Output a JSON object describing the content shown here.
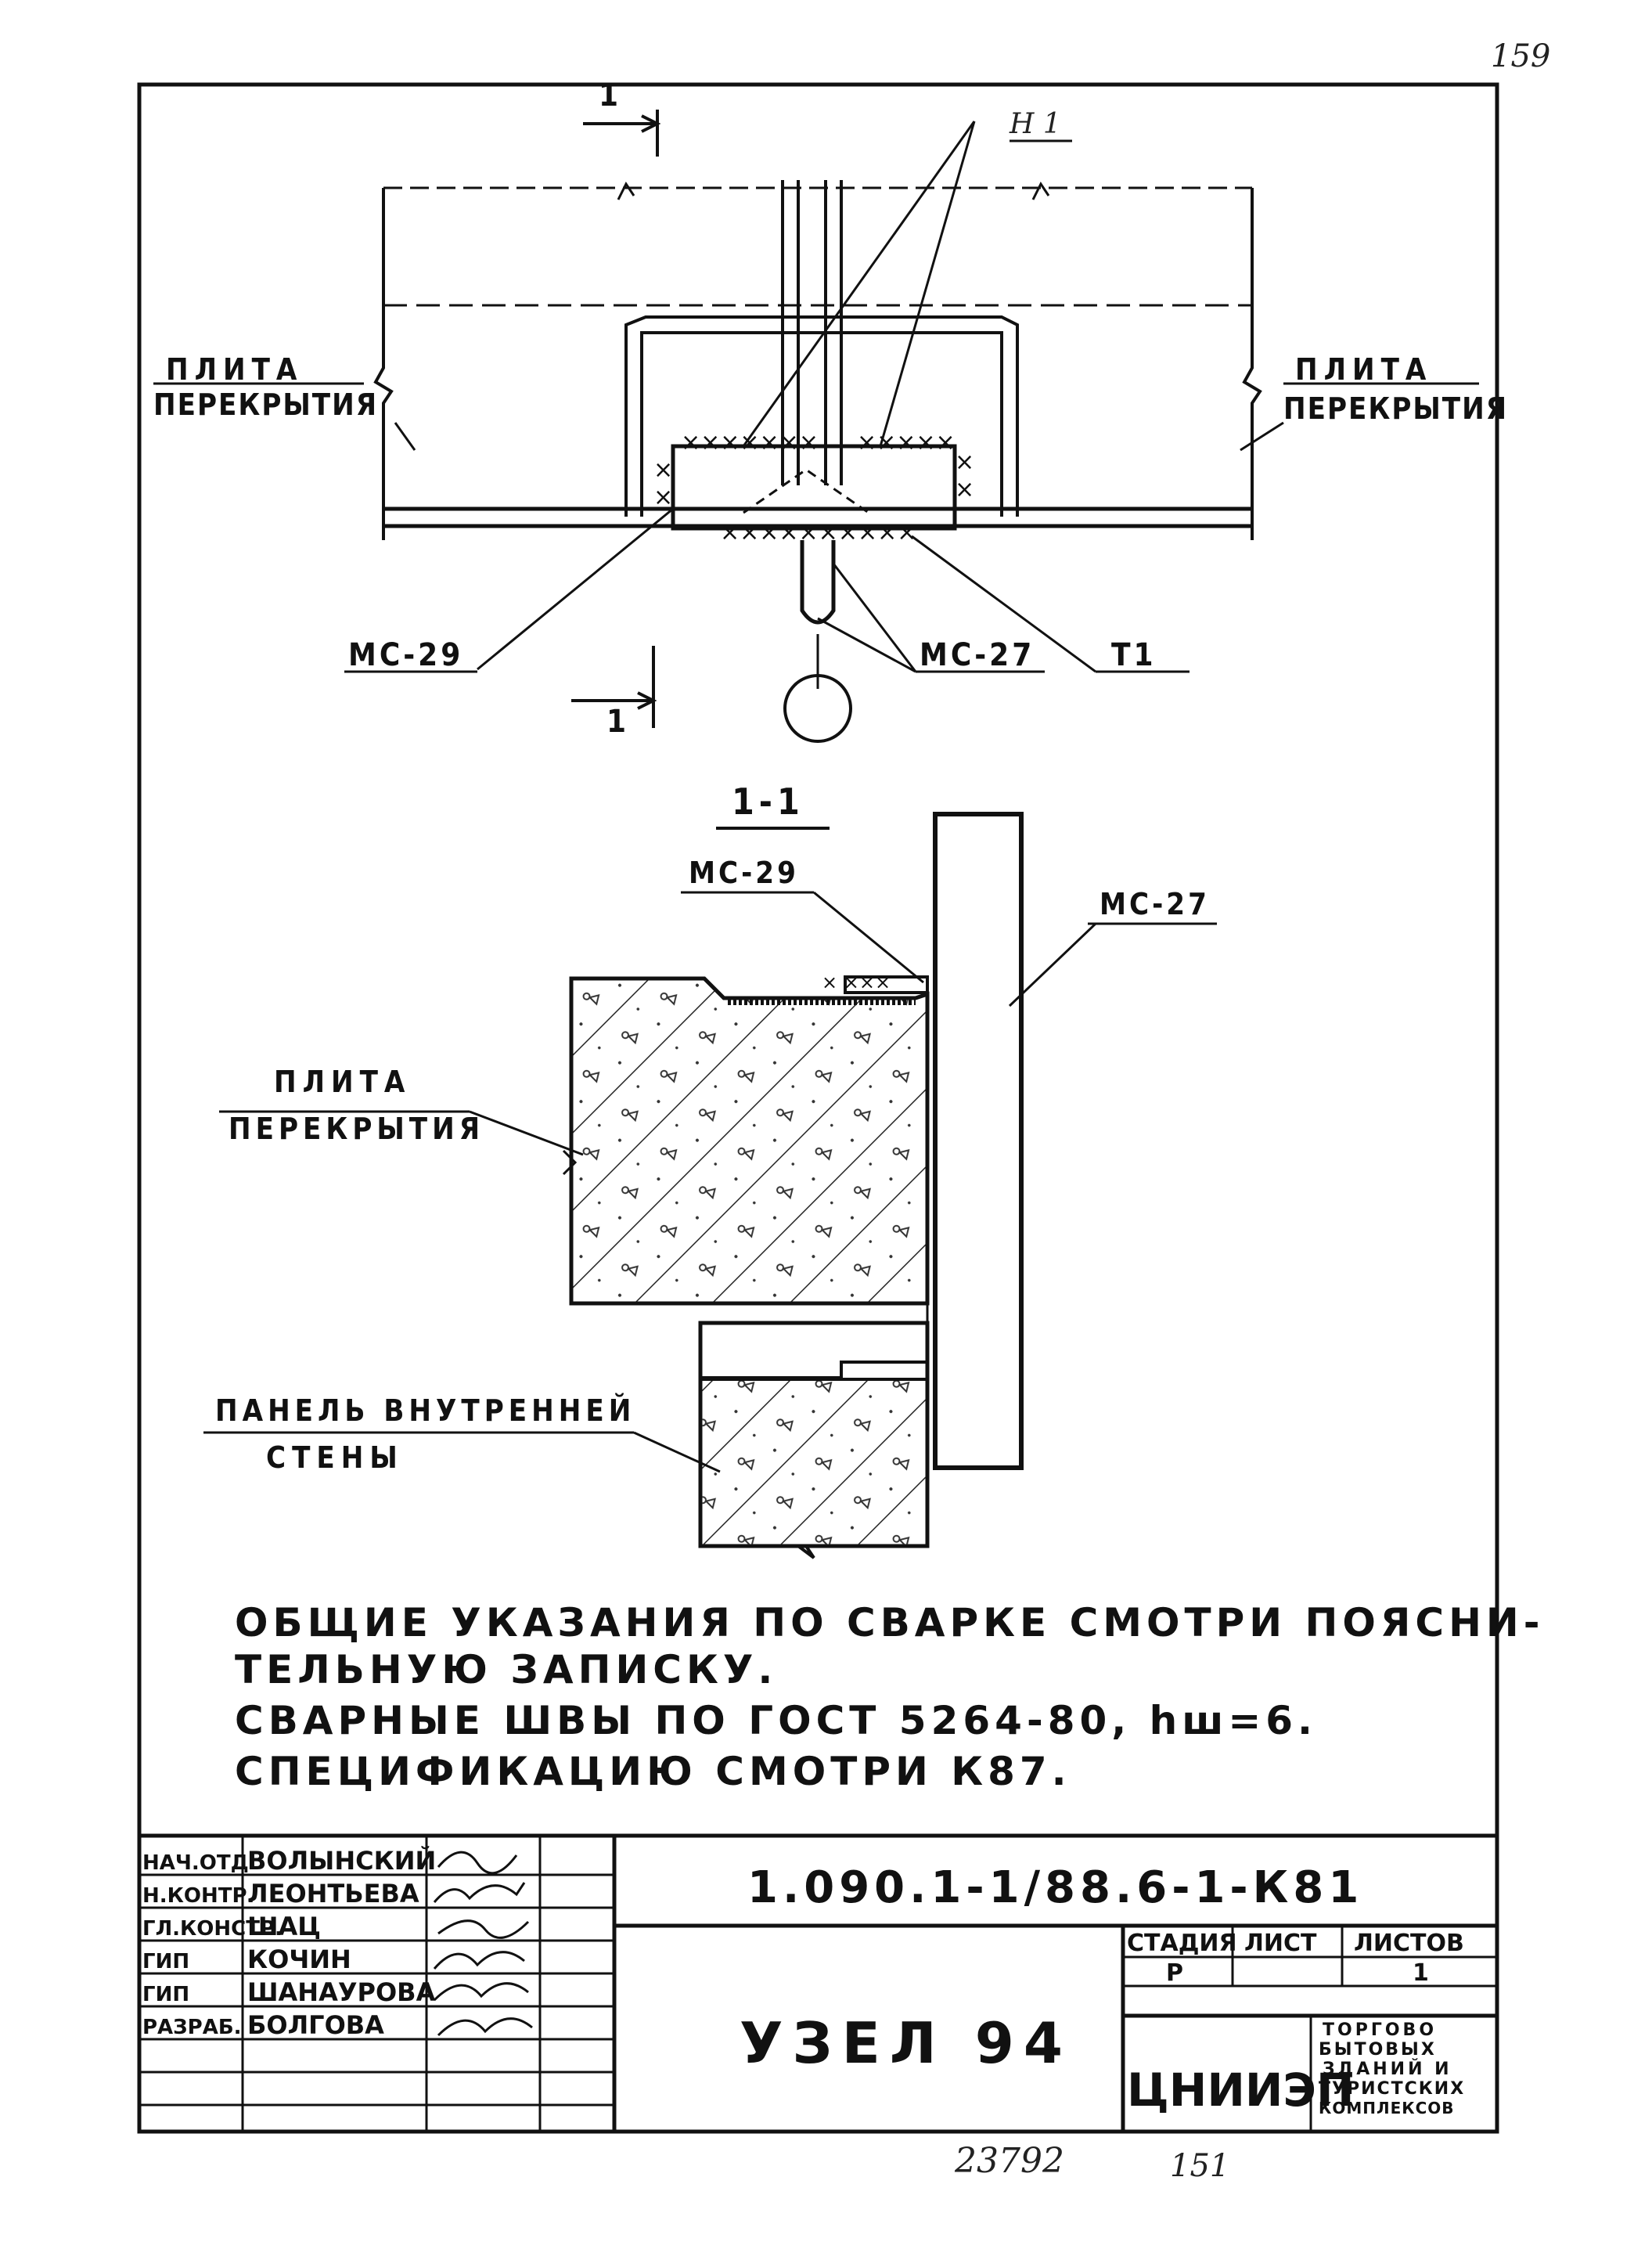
{
  "sheet_corner_number": "159",
  "plan_view": {
    "section_mark": "1",
    "weld_note": "Н 1",
    "slab_left": [
      "ПЛИТА",
      "ПЕРЕКРЫТИЯ"
    ],
    "slab_right": [
      "ПЛИТА",
      "ПЕРЕКРЫТИЯ"
    ],
    "part_mc29": "МС-29",
    "part_mc27": "МС-27",
    "part_t1": "Т1"
  },
  "section_view": {
    "title": "1-1",
    "part_mc29": "МС-29",
    "part_mc27": "МС-27",
    "slab": [
      "ПЛИТА",
      "ПЕРЕКРЫТИЯ"
    ],
    "wall_panel": [
      "ПАНЕЛЬ ВНУТРЕННЕЙ",
      "СТЕНЫ"
    ]
  },
  "notes": [
    "ОБЩИЕ  УКАЗАНИЯ ПО СВАРКЕ СМОТРИ ПОЯСНИ-",
    "ТЕЛЬНУЮ ЗАПИСКУ.",
    "СВАРНЫЕ ШВЫ ПО ГОСТ 5264-80, hш=6.",
    "СПЕЦИФИКАЦИЮ СМОТРИ К87."
  ],
  "title_block": {
    "document_code": "1.090.1-1/88.6-1-К81",
    "drawing_title": "УЗЕЛ 94",
    "organization": "ЦНИИЭП",
    "subject": [
      "ТОРГОВО",
      "БЫТОВЫХ",
      "ЗДАНИЙ И",
      "ТУРИСТСКИХ",
      "КОМПЛЕКСОВ"
    ],
    "headers": {
      "stage": "СТАДИЯ",
      "sheet": "ЛИСТ",
      "sheets": "ЛИСТОВ"
    },
    "stage_value": "Р",
    "sheets_value": "1",
    "staff": [
      {
        "role": "НАЧ.ОТД.",
        "name": "ВОЛЫНСКИЙ"
      },
      {
        "role": "Н.КОНТР.",
        "name": "ЛЕОНТЬЕВА"
      },
      {
        "role": "ГЛ.КОНСТР.",
        "name": "ШАЦ"
      },
      {
        "role": "ГИП",
        "name": "КОЧИН"
      },
      {
        "role": "ГИП",
        "name": "ШАНАУРОВА"
      },
      {
        "role": "РАЗРАБ.",
        "name": "БОЛГОВА"
      }
    ]
  },
  "footer": {
    "archive_number": "23792",
    "page_number": "151"
  }
}
